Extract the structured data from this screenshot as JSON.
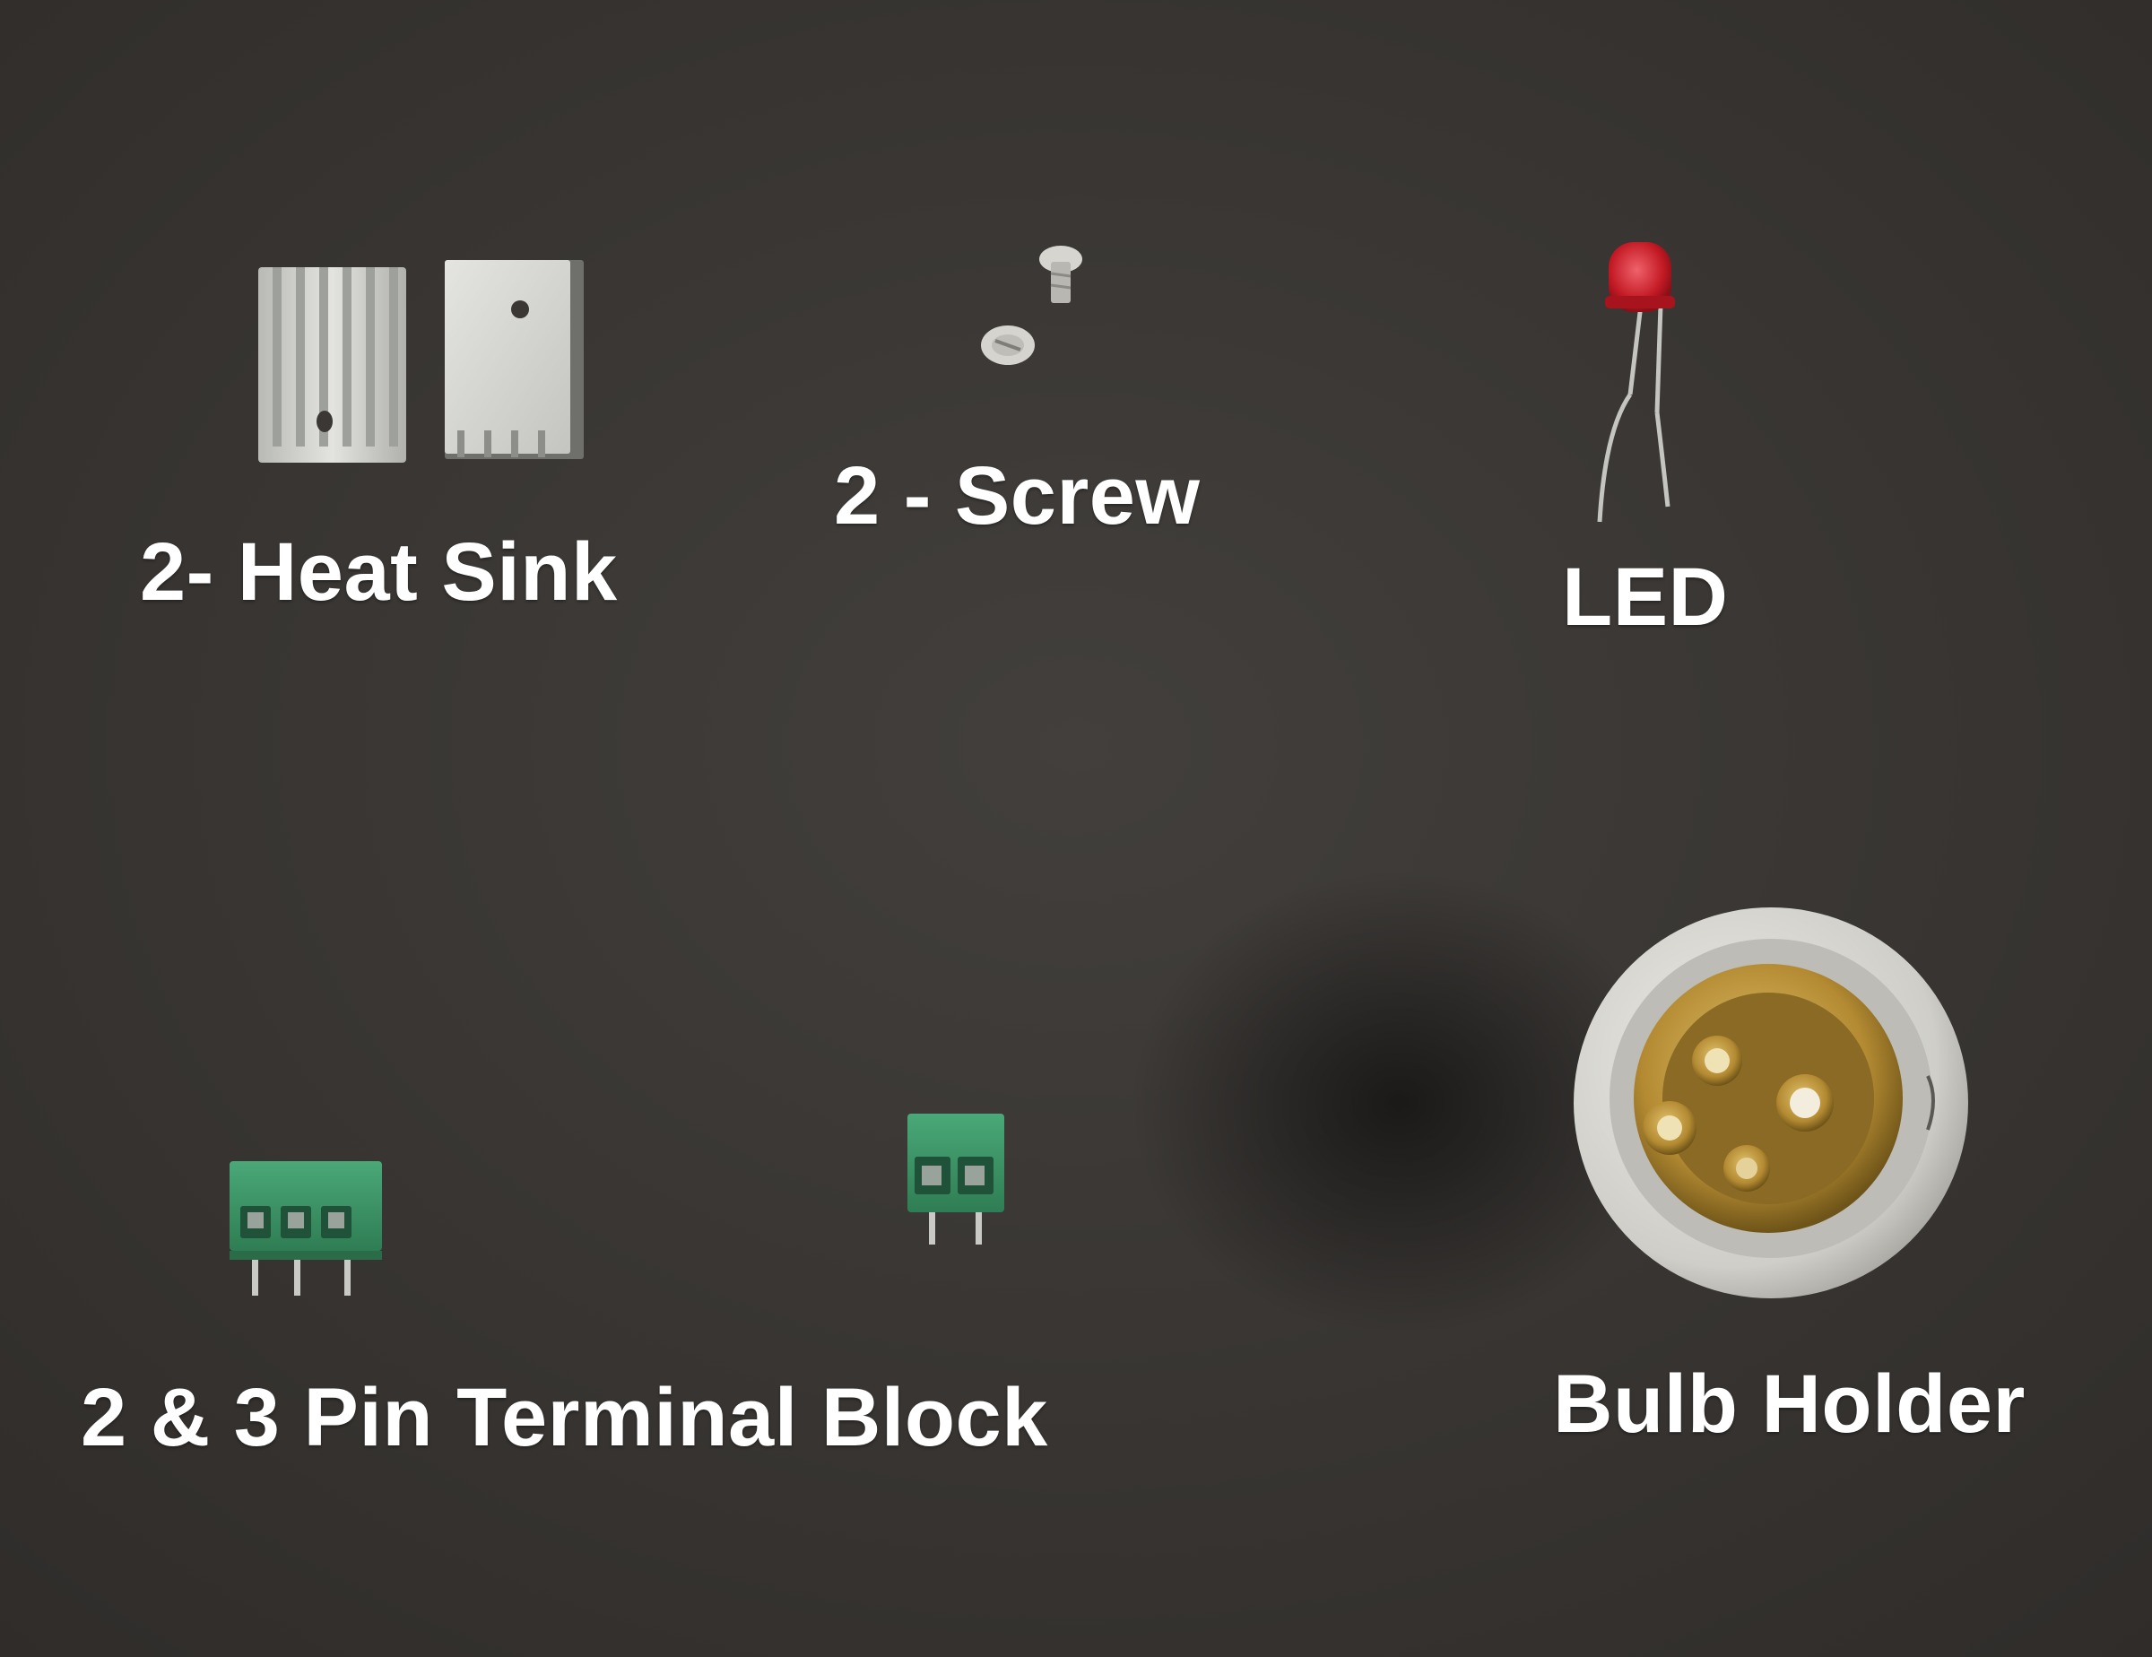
{
  "photo": {
    "background_color": "#3a3735",
    "labels": {
      "heat_sink": "2- Heat Sink",
      "screw": "2 - Screw",
      "led": "LED",
      "terminal_block": "2 & 3 Pin Terminal Block",
      "bulb_holder": "Bulb Holder"
    },
    "colors": {
      "aluminium": "#cfd0cc",
      "terminal_green": "#3f9a6a",
      "led_red": "#c8202a",
      "brass": "#c9a24a",
      "ceramic": "#d9d8d2"
    }
  }
}
